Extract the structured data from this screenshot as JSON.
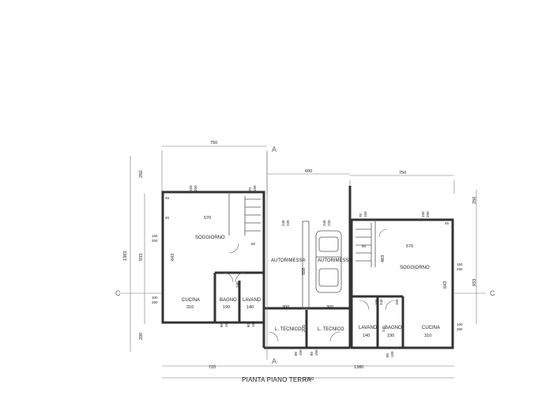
{
  "caption": "PIANTA PIANO TERRA",
  "section_marks": {
    "a_top": "A",
    "a_bottom": "A",
    "c_left": "C",
    "c_right": "C"
  },
  "rooms": {
    "soggiorno_left": "SOGGIORNO",
    "cucina_left": "CUCINA",
    "bagno_left": "BAGNO",
    "lavand_left": "LAVAND",
    "autorimessa": "AUTORIMESSA",
    "autorimessa_overlap": "AUTORIMESSA",
    "l_tecnico_1": "L. TECNICO",
    "l_tecnico_2": "L. TECNICO",
    "soggiorno_right": "SOGGIORNO",
    "cucina_right": "CUCINA",
    "bagno_right": "BAGNO",
    "lavand_right": "LAVAND"
  },
  "dims": {
    "top_750_left": "750",
    "top_600": "600",
    "top_750_right": "750",
    "bottom_720": "720",
    "bottom_1380": "1380",
    "bottom_2100": "2100",
    "left_1383": "1383",
    "left_933": "933",
    "left_250": "250",
    "left_200": "200",
    "right_250": "250",
    "right_933": "933",
    "w570_left": "570",
    "w570_right": "570",
    "w310_left": "310",
    "w190_left": "190",
    "w140_left": "140",
    "w300_a": "300",
    "w300_b": "300",
    "w140_right": "140",
    "w190_right": "190",
    "w310_right": "310",
    "h643_left": "643",
    "h643_right": "643",
    "h558": "558",
    "h483": "483",
    "h205": "205",
    "h240_a": "240",
    "h220_a": "220",
    "h240_b": "240",
    "h220_b": "220",
    "h240_bagno": "240",
    "h240_right": "240",
    "o150_left": "150",
    "o250_left": "250",
    "o100_left": "100",
    "o250b_left": "250",
    "o150_right": "150",
    "o250_right": "250",
    "o100_right": "100",
    "o250b_right": "250",
    "o150_top_l": "150",
    "o250_top_l": "250",
    "o70_top_l": "70",
    "o150b_top_l": "150",
    "o150_top_r": "150",
    "o250_top_r": "250",
    "o70_top_r": "70",
    "o150b_top_r": "150",
    "w45_left": "45",
    "w45_left_b": "45",
    "w45_right": "45",
    "w90_left": "90",
    "w90_right": "90",
    "w80_a": "80",
    "w150_a": "150",
    "w80_b": "80",
    "w150_b": "150",
    "w80_c": "80",
    "w150_c": "150",
    "w80_d": "80",
    "w150_d": "150",
    "w80_e": "80",
    "w150_e": "150",
    "w100_bagno": "100",
    "w240_bagno": "240",
    "w100_right_b": "100"
  }
}
